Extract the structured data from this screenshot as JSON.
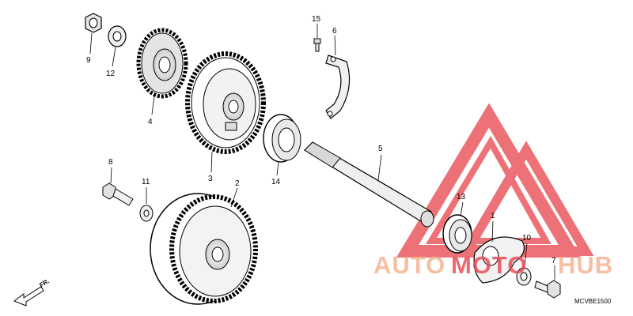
{
  "callouts": {
    "p1": "1",
    "p2": "2",
    "p3": "3",
    "p4": "4",
    "p5": "5",
    "p6": "6",
    "p7": "7",
    "p8": "8",
    "p9": "9",
    "p10": "10",
    "p11": "11",
    "p12": "12",
    "p13": "13",
    "p14": "14",
    "p15": "15"
  },
  "watermark": {
    "part1": "AUTO",
    "part2": "MOTO",
    "part3": "HUB",
    "color_orange": "#f5b08a",
    "color_red": "#e8434a"
  },
  "diagram_code": "MCVBE1500",
  "front_arrow": "FR."
}
